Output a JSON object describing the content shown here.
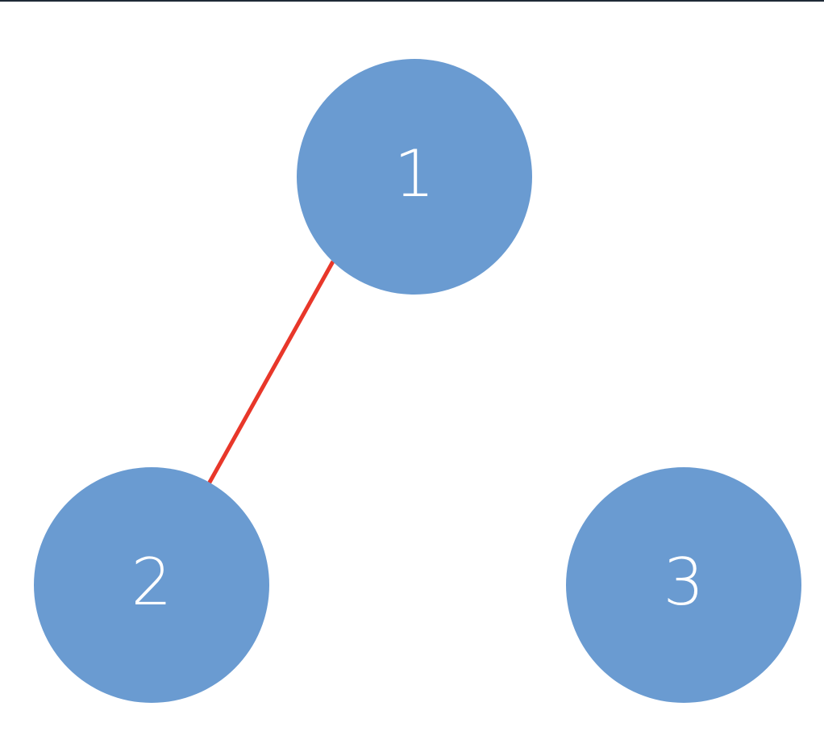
{
  "colors": {
    "node_fill": "#6a9bd1",
    "node_text": "#ffffff",
    "edge": "#e8372a",
    "background": "#ffffff"
  },
  "nodes": [
    {
      "id": "1",
      "label": "1"
    },
    {
      "id": "2",
      "label": "2"
    },
    {
      "id": "3",
      "label": "3"
    }
  ],
  "edges": [
    {
      "from": "1",
      "to": "2"
    }
  ]
}
